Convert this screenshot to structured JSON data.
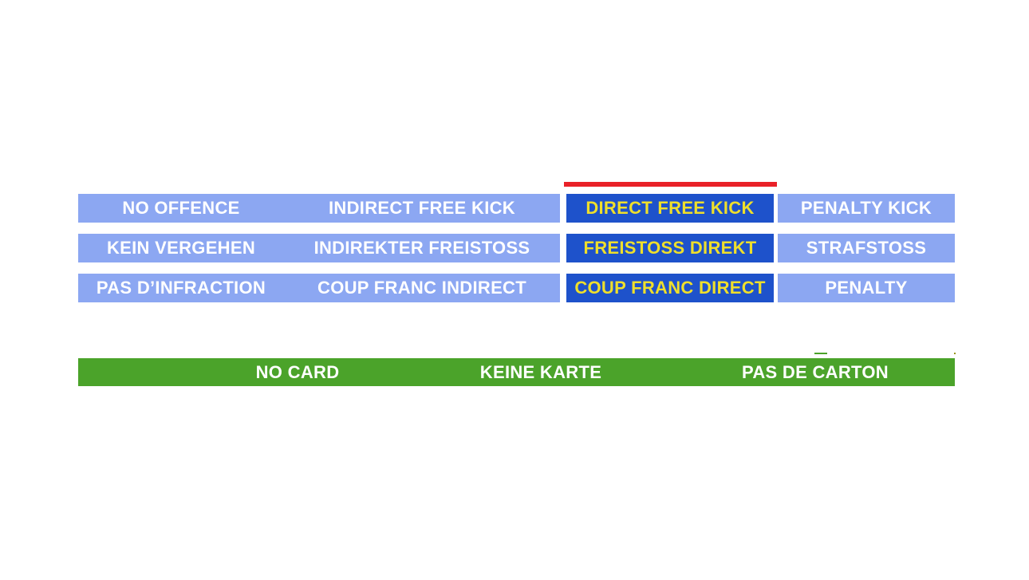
{
  "app": {
    "description_colors": {
      "option_normal_bg": "#8CA7F2",
      "option_selected_bg": "#1E52CB",
      "option_normal_text": "#FFFFFF",
      "option_selected_text": "#EFDF2B",
      "selection_indicator": "#E92128",
      "card_bar_bg": "#4BA32A",
      "card_bar_text": "#FFFFFF",
      "page_bg": "#FFFFFF"
    }
  },
  "decision_grid": {
    "selected_option": "DIRECT FREE KICK",
    "rows": [
      {
        "language": "english",
        "cells": [
          {
            "label": "NO OFFENCE",
            "state": "normal"
          },
          {
            "label": "INDIRECT FREE KICK",
            "state": "normal"
          },
          {
            "label": "DIRECT FREE KICK",
            "state": "selected"
          },
          {
            "label": "PENALTY KICK",
            "state": "normal"
          }
        ]
      },
      {
        "language": "german",
        "cells": [
          {
            "label": "KEIN VERGEHEN",
            "state": "normal"
          },
          {
            "label": "INDIREKTER FREISTOSS",
            "state": "normal"
          },
          {
            "label": "FREISTOSS DIREKT",
            "state": "selected"
          },
          {
            "label": "STRAFSTOSS",
            "state": "normal"
          }
        ]
      },
      {
        "language": "french",
        "cells": [
          {
            "label": "PAS D’INFRACTION",
            "state": "normal"
          },
          {
            "label": "COUP FRANC INDIRECT",
            "state": "normal"
          },
          {
            "label": "COUP FRANC DIRECT",
            "state": "selected"
          },
          {
            "label": "PENALTY",
            "state": "normal"
          }
        ]
      }
    ]
  },
  "card_bar": {
    "labels": [
      {
        "language": "english",
        "label": "NO CARD"
      },
      {
        "language": "german",
        "label": "KEINE KARTE"
      },
      {
        "language": "french",
        "label": "PAS DE CARTON"
      }
    ]
  }
}
